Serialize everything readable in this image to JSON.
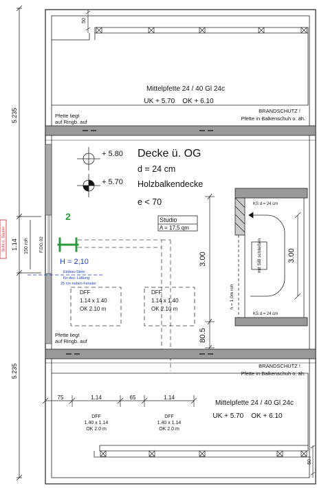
{
  "drawing": {
    "heading_line1": "Decke ü. OG",
    "heading_line2": "d = 24 cm",
    "heading_line3": "Holzbalkendecke",
    "heading_line4": "e < 70",
    "level_top": "+ 5.80",
    "level_bottom": "+ 5.70"
  },
  "purlins": {
    "top_title": "Mittelpfette 24 / 40 Gl 24c",
    "top_levels": "UK + 5.70    OK + 6.10",
    "bottom_title": "Mittelpfette 24 / 40 Gl 24c",
    "bottom_levels": "UK + 5.70    OK + 6.10"
  },
  "notes": {
    "pfette_top_1": "Pfette liegt",
    "pfette_top_2": "auf Ringb. auf",
    "pfette_bottom_1": "Pfette liegt",
    "pfette_bottom_2": "auf Ringb. auf",
    "brandschutz_top_1": "BRANDSCHUTZ !",
    "brandschutz_top_2": "Pfette in Balkenschuh o. äh.",
    "brandschutz_bottom_1": "BRANDSCHUTZ !",
    "brandschutz_bottom_2": "Pfette in Balkenschuh o. äh.",
    "einbau_1": "Einbau-Stein",
    "einbau_2": "für dez. Lüftung",
    "einbau_3": "25 cm neben Fenster",
    "red_tag": "Sicht o. Säulen"
  },
  "room": {
    "name": "Studio",
    "area": "A = 17,5 qm"
  },
  "window_marker": {
    "number": "2",
    "height": "H = 2,10",
    "tag": "F.DG.02",
    "rough": "150 roh"
  },
  "roof_windows": [
    {
      "label": "DFF",
      "size": "1.14 x 1.40",
      "ok": "OK 2.10 m"
    },
    {
      "label": "DFF",
      "size": "1.14 x 1.40",
      "ok": "OK 2.10 m"
    },
    {
      "label": "DFF",
      "size": "1.40 x 1.14",
      "ok": "OK 2.0 m"
    },
    {
      "label": "DFF",
      "size": "1.40 x 1.14",
      "ok": "OK 2.0 m"
    }
  ],
  "stair": {
    "ks_top": "KS d = 24 cm",
    "ks_bottom": "KS d = 24 cm",
    "sib": "mit SiB schließen",
    "height_note": "h = 1,0m roh",
    "dim_right": "3.00"
  },
  "dimensions": {
    "left_top": "5.235",
    "left_mid": "1.14",
    "left_bottom": "5.235",
    "opening_height": "3.00",
    "small": "80.5",
    "top_small": "50",
    "bottom_small": "50",
    "bottom_chain": [
      "75",
      "1.14",
      "65",
      "1.14"
    ]
  }
}
